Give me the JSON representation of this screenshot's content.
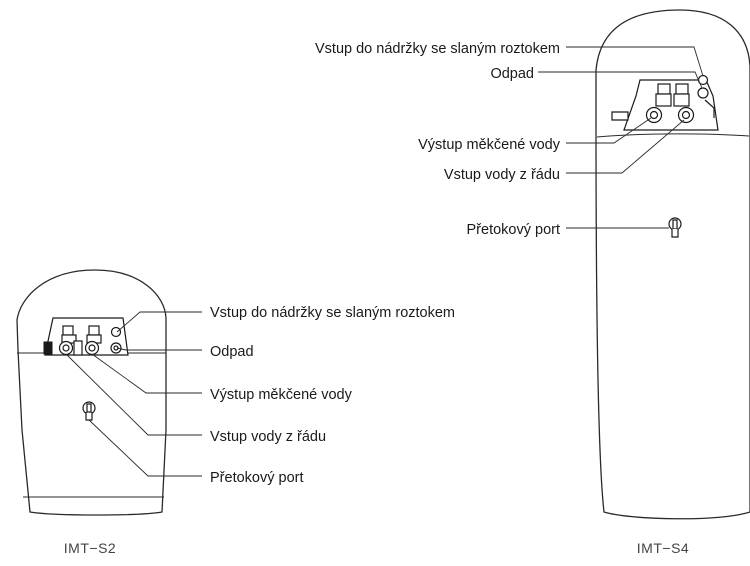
{
  "models": {
    "small": {
      "name": "IMT−S2",
      "labels": {
        "brine_inlet": "Vstup do nádržky se slaným roztokem",
        "drain": "Odpad",
        "softened_outlet": "Výstup měkčené vody",
        "supply_inlet": "Vstup vody z řádu",
        "overflow": "Přetokový port"
      }
    },
    "large": {
      "name": "IMT−S4",
      "labels": {
        "brine_inlet": "Vstup do nádržky se slaným roztokem",
        "drain": "Odpad",
        "softened_outlet": "Výstup měkčené vody",
        "supply_inlet": "Vstup vody z řádu",
        "overflow": "Přetokový port"
      }
    }
  },
  "colors": {
    "line": "#2a2a2a",
    "text": "#1a1a1a",
    "background": "#ffffff"
  }
}
